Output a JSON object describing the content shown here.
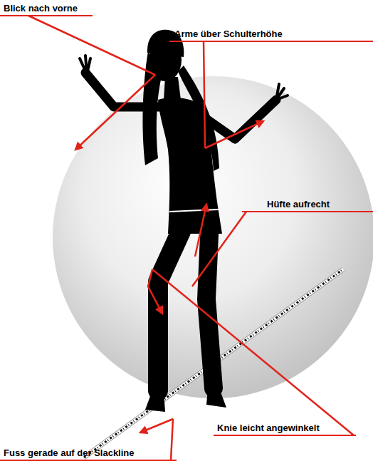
{
  "diagram": {
    "labels": [
      "Blick nach vorne",
      "Arme über Schulterhöhe",
      "Hüfte aufrecht",
      "Knie leicht angewinkelt",
      "Fuss gerade auf der Slackline"
    ]
  }
}
